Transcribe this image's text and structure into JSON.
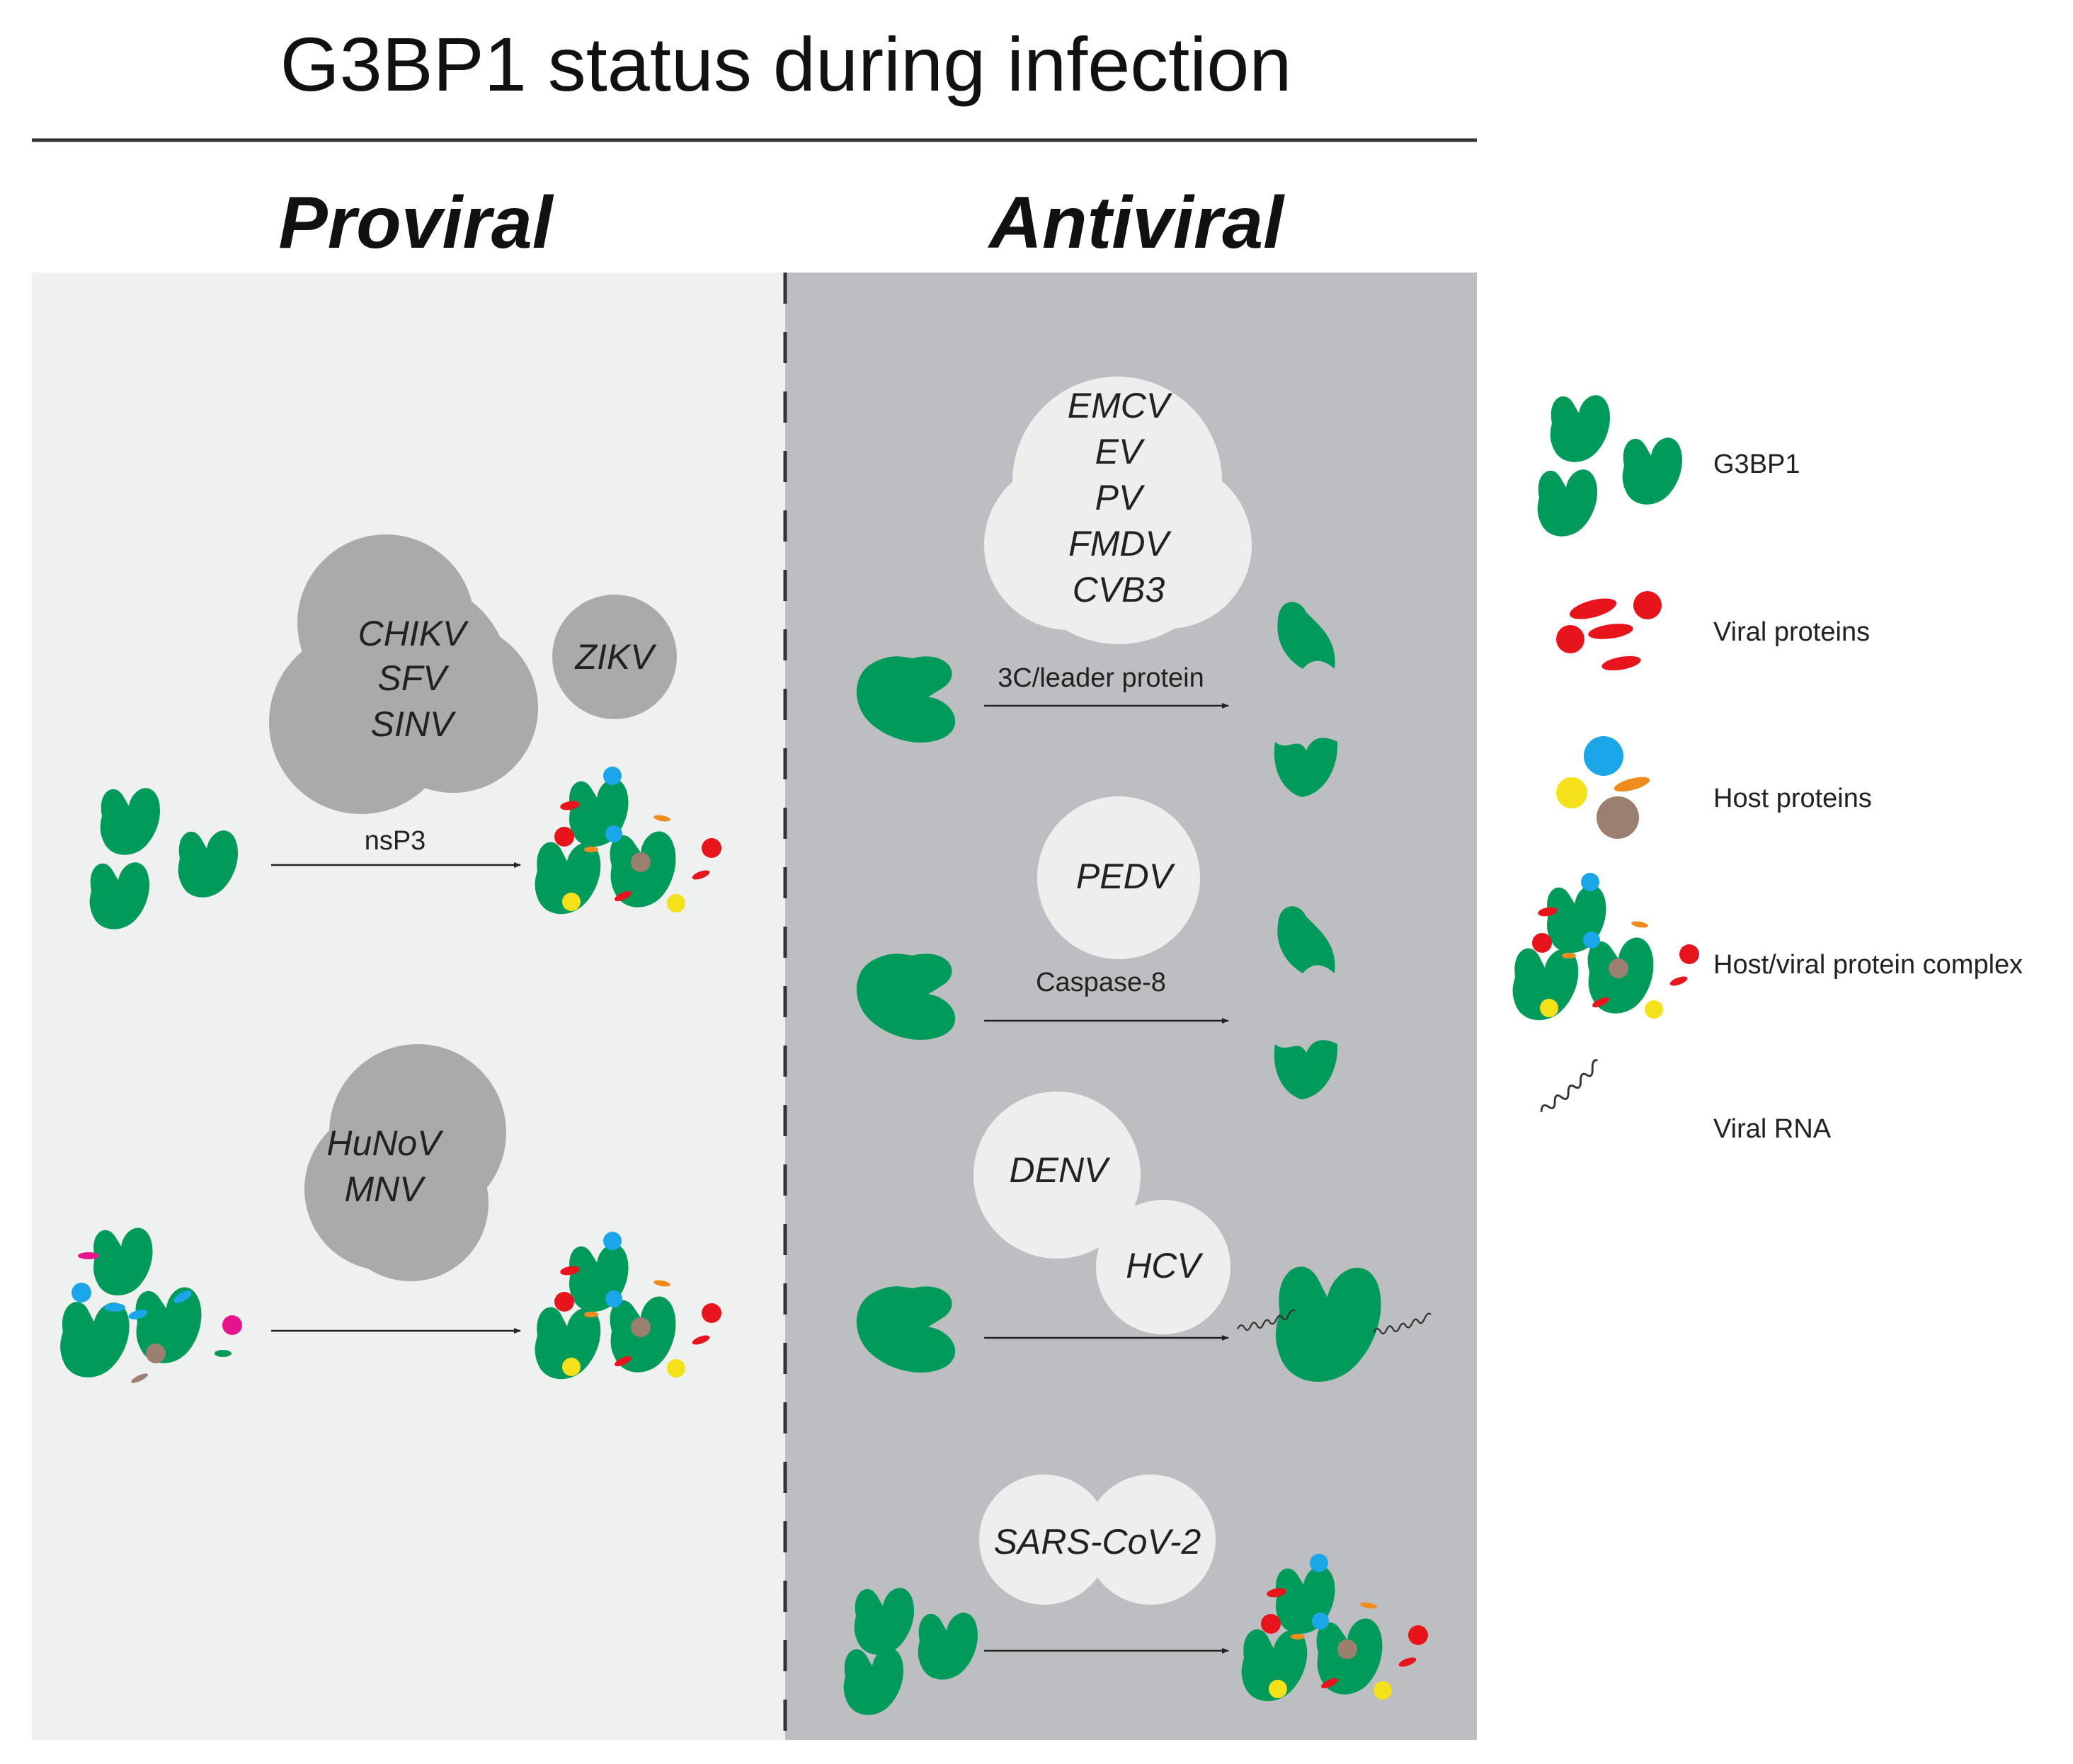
{
  "title": "G3BP1 status during infection",
  "panels": {
    "proviral": "Proviral",
    "antiviral": "Antiviral"
  },
  "proviral": {
    "group1_viruses": [
      "CHIKV",
      "SFV",
      "SINV"
    ],
    "group1_extra": "ZIKV",
    "group1_arrow": "nsP3",
    "group2_viruses": [
      "HuNoV",
      "MNV"
    ]
  },
  "antiviral": {
    "group1_viruses": [
      "EMCV",
      "EV",
      "PV",
      "FMDV",
      "CVB3"
    ],
    "group1_arrow": "3C/leader protein",
    "group2_virus": "PEDV",
    "group2_arrow": "Caspase-8",
    "group3_viruses": [
      "DENV",
      "HCV"
    ],
    "group4_virus": "SARS-CoV-2"
  },
  "legend": {
    "g3bp1": "G3BP1",
    "viral_proteins": "Viral proteins",
    "host_proteins": "Host proteins",
    "complex": "Host/viral protein complex",
    "viral_rna": "Viral RNA"
  },
  "colors": {
    "g3bp1": "#009a5b",
    "viral_protein": "#e8141c",
    "host_blue": "#1aa6e8",
    "host_yellow": "#f5e11a",
    "host_orange": "#f08c1e",
    "host_brown": "#9b8070",
    "magenta": "#e4148c",
    "proviral_bg": "#eff0f0",
    "antiviral_bg": "#bdbec1",
    "proviral_cloud": "#a9aaac",
    "antiviral_cloud": "#eeeeee"
  }
}
